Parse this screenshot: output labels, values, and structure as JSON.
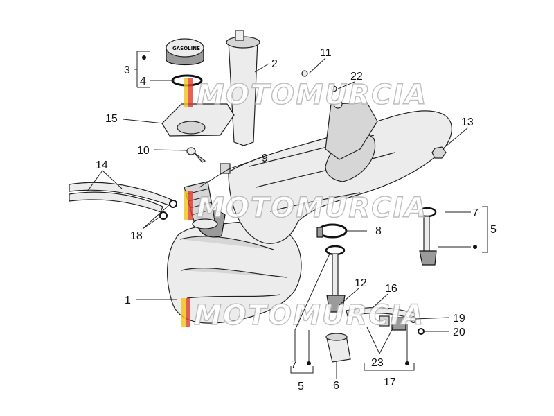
{
  "watermark_text": "MOTOMURCIA",
  "cap_text": "GASOLINE",
  "callouts": {
    "c1": "1",
    "c2": "2",
    "c3": "3",
    "c4": "4",
    "c5a": "5",
    "c5b": "5",
    "c6": "6",
    "c7a": "7",
    "c7b": "7",
    "c8": "8",
    "c9": "9",
    "c10": "10",
    "c11": "11",
    "c12": "12",
    "c13": "13",
    "c14": "14",
    "c15": "15",
    "c16": "16",
    "c17": "17",
    "c18": "18",
    "c19": "19",
    "c20": "20",
    "c22": "22",
    "c23": "23"
  },
  "colors": {
    "line": "#222222",
    "watermark_outline": "#b8b8b8",
    "logo_red": "#e03a2c",
    "logo_yellow": "#f2c21a"
  }
}
